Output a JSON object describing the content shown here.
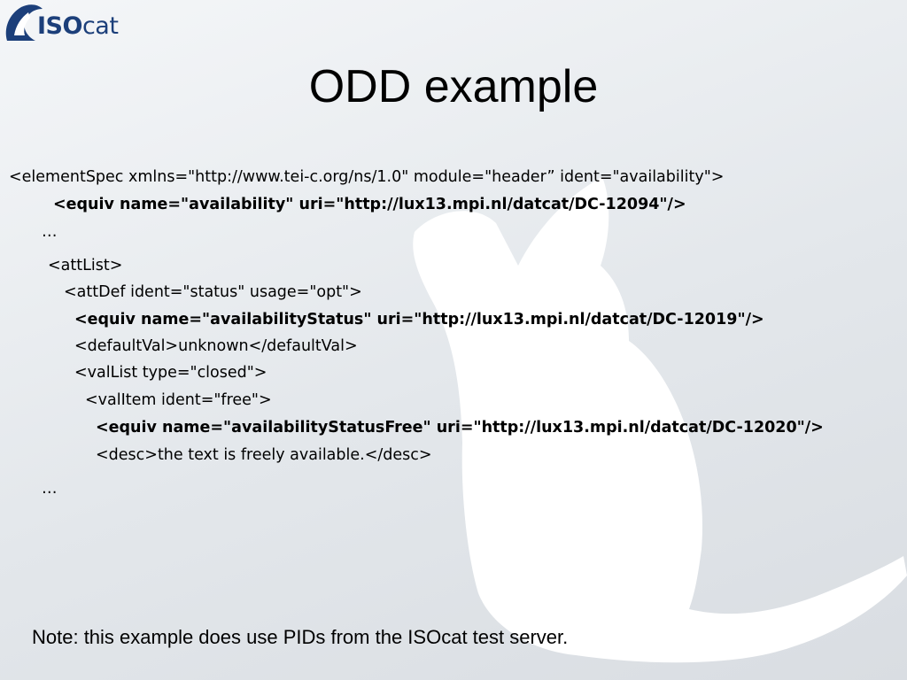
{
  "logo": {
    "text_iso": "ISO",
    "text_cat": "cat",
    "accent": "#1c3f7a"
  },
  "slide": {
    "title": "ODD example",
    "lines": [
      "<elementSpec xmlns=\"http://www.tei-c.org/ns/1.0\" module=\"header” ident=\"availability\">",
      "<equiv name=\"availability\" uri=\"http://lux13.mpi.nl/datcat/DC-12094\"/>",
      "…",
      "<attList>",
      "<attDef ident=\"status\" usage=\"opt\">",
      "<equiv name=\"availabilityStatus\" uri=\"http://lux13.mpi.nl/datcat/DC-12019\"/>",
      "<defaultVal>unknown</defaultVal>",
      "<valList type=\"closed\">",
      "<valItem ident=\"free\">",
      "<equiv name=\"availabilityStatusFree\" uri=\"http://lux13.mpi.nl/datcat/DC-12020\"/>",
      "<desc>the text is freely available.</desc>",
      "…"
    ],
    "note": "Note: this example does use PIDs from the ISOcat test server."
  }
}
